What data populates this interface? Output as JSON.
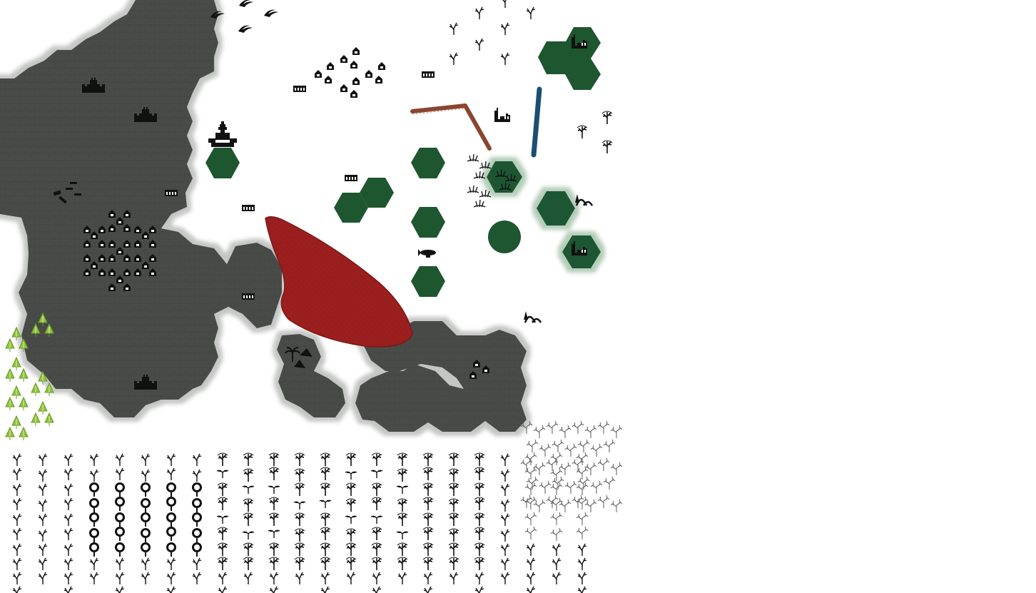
{
  "map": {
    "type": "hex-map",
    "colors": {
      "background": "#ffffff",
      "mountain_fill": "#4a4c4a",
      "mountain_glow": "#bfc1bf",
      "forest_hex": "#1e5630",
      "forest_glow": "#a9c3ae",
      "lava_region": "#9b1f1f",
      "road": "#8a4530",
      "river": "#1b4f72",
      "pine_green": "#8fc23a",
      "icon": "#111111",
      "tree_grey": "#6a6a6a"
    },
    "terrain": [
      "mountains",
      "grassland",
      "forest",
      "swamp",
      "lava",
      "desert"
    ],
    "icons": [
      "castle-icon",
      "town-house-icon",
      "ruins-icon",
      "palace-icon",
      "tower-icon",
      "palm-tree-icon",
      "tent-icon",
      "airship-icon",
      "reed-icon",
      "deciduous-tree-icon",
      "bare-tree-icon",
      "pine-tree-icon",
      "bird-icon",
      "hill-icon",
      "bridge-icon",
      "barracks-icon"
    ]
  }
}
